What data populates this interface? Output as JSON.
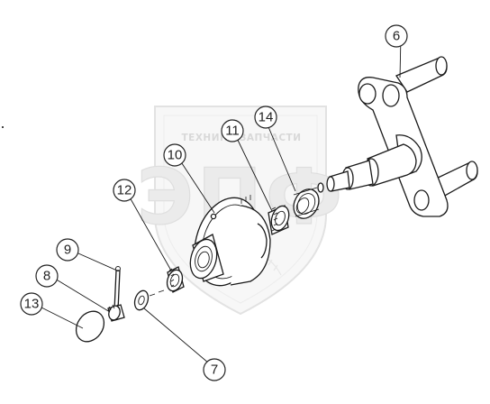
{
  "watermark": {
    "text_top": "ТЕХНИКА ЗАПЧАСТИ",
    "text_main": "ЭПФ"
  },
  "callouts": [
    {
      "id": "6",
      "label": "6"
    },
    {
      "id": "7",
      "label": "7"
    },
    {
      "id": "8",
      "label": "8"
    },
    {
      "id": "9",
      "label": "9"
    },
    {
      "id": "10",
      "label": "10"
    },
    {
      "id": "11",
      "label": "11"
    },
    {
      "id": "12",
      "label": "12"
    },
    {
      "id": "13",
      "label": "13"
    },
    {
      "id": "14",
      "label": "14"
    }
  ]
}
